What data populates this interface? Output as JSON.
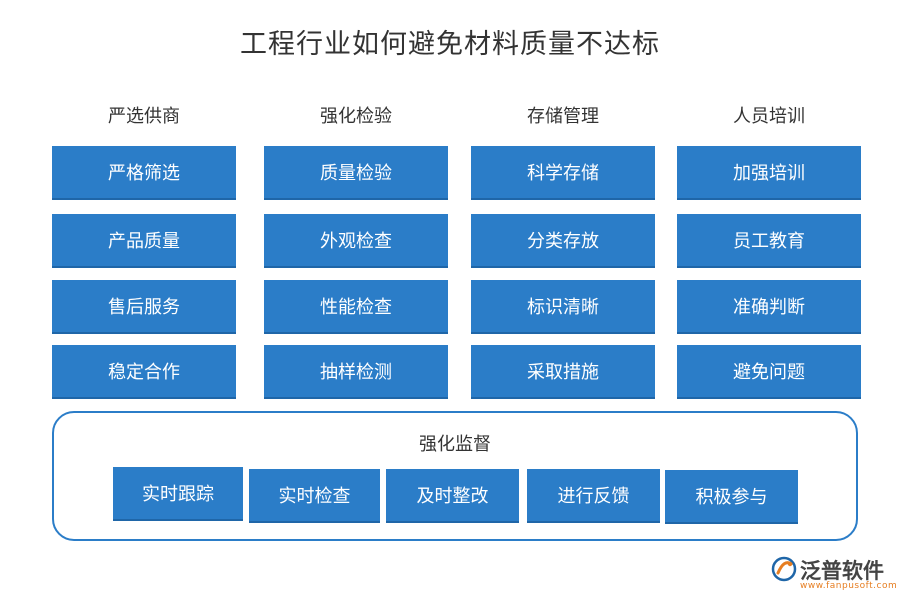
{
  "title": "工程行业如何避免材料质量不达标",
  "columns": [
    {
      "header": "严选供商",
      "items": [
        "严格筛选",
        "产品质量",
        "售后服务",
        "稳定合作"
      ]
    },
    {
      "header": "强化检验",
      "items": [
        "质量检验",
        "外观检查",
        "性能检查",
        "抽样检测"
      ]
    },
    {
      "header": "存储管理",
      "items": [
        "科学存储",
        "分类存放",
        "标识清晰",
        "采取措施"
      ]
    },
    {
      "header": "人员培训",
      "items": [
        "加强培训",
        "员工教育",
        "准确判断",
        "避免问题"
      ]
    }
  ],
  "supervision": {
    "title": "强化监督",
    "items": [
      "实时跟踪",
      "实时检查",
      "及时整改",
      "进行反馈",
      "积极参与"
    ]
  },
  "logo": {
    "name": "泛普软件",
    "url": "www.fanpusoft.com"
  },
  "colors": {
    "box_fill": "#2b7dc8",
    "panel_border": "#2b7dc8",
    "text": "#333333"
  }
}
